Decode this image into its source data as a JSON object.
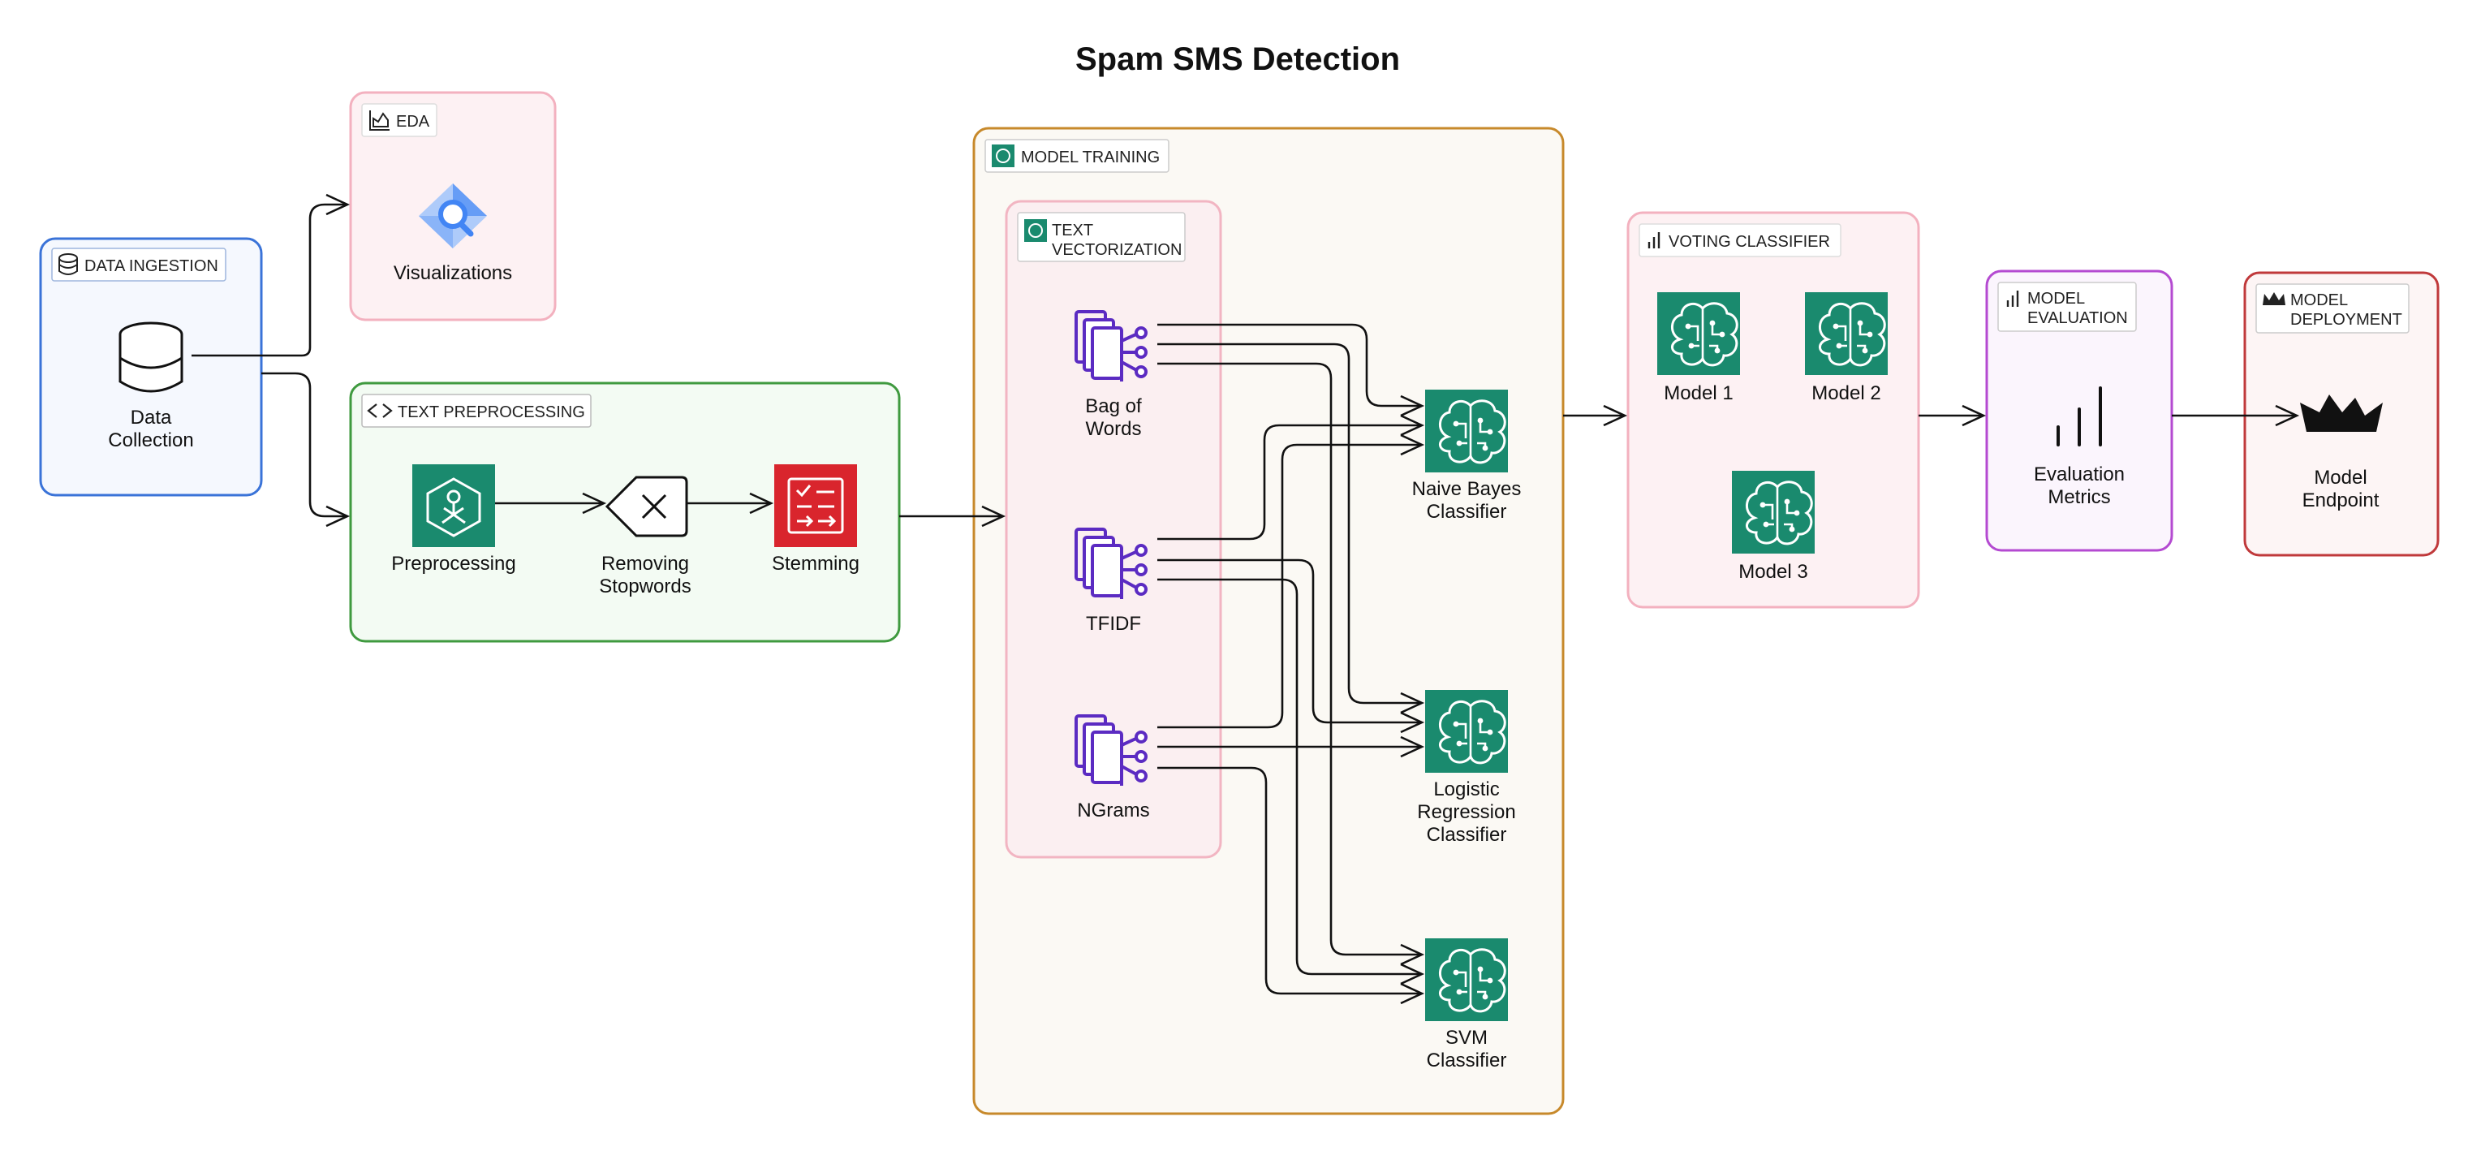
{
  "title": "Spam SMS Detection",
  "groups": {
    "data_ingestion": "DATA INGESTION",
    "eda": "EDA",
    "text_preprocessing": "TEXT PREPROCESSING",
    "model_training": "MODEL TRAINING",
    "text_vectorization": [
      "TEXT",
      "VECTORIZATION"
    ],
    "voting_classifier": "VOTING CLASSIFIER",
    "model_evaluation": [
      "MODEL",
      "EVALUATION"
    ],
    "model_deployment": [
      "MODEL",
      "DEPLOYMENT"
    ]
  },
  "nodes": {
    "data_collection": [
      "Data",
      "Collection"
    ],
    "visualizations": "Visualizations",
    "preprocessing": "Preprocessing",
    "removing_stopwords": [
      "Removing",
      "Stopwords"
    ],
    "stemming": "Stemming",
    "bag_of_words": [
      "Bag of",
      "Words"
    ],
    "tfidf": "TFIDF",
    "ngrams": "NGrams",
    "naive_bayes": [
      "Naive Bayes",
      "Classifier"
    ],
    "logistic_regression": [
      "Logistic",
      "Regression",
      "Classifier"
    ],
    "svm": [
      "SVM",
      "Classifier"
    ],
    "model_1": "Model 1",
    "model_2": "Model 2",
    "model_3": "Model 3",
    "evaluation_metrics": [
      "Evaluation",
      "Metrics"
    ],
    "model_endpoint": [
      "Model",
      "Endpoint"
    ]
  },
  "edges": [
    {
      "from": "data_collection",
      "to": "eda"
    },
    {
      "from": "data_collection",
      "to": "text_preprocessing"
    },
    {
      "from": "preprocessing",
      "to": "removing_stopwords"
    },
    {
      "from": "removing_stopwords",
      "to": "stemming"
    },
    {
      "from": "text_preprocessing",
      "to": "text_vectorization"
    },
    {
      "from": "bag_of_words",
      "to": "naive_bayes"
    },
    {
      "from": "bag_of_words",
      "to": "logistic_regression"
    },
    {
      "from": "bag_of_words",
      "to": "svm"
    },
    {
      "from": "tfidf",
      "to": "naive_bayes"
    },
    {
      "from": "tfidf",
      "to": "logistic_regression"
    },
    {
      "from": "tfidf",
      "to": "svm"
    },
    {
      "from": "ngrams",
      "to": "naive_bayes"
    },
    {
      "from": "ngrams",
      "to": "logistic_regression"
    },
    {
      "from": "ngrams",
      "to": "svm"
    },
    {
      "from": "model_training",
      "to": "voting_classifier"
    },
    {
      "from": "voting_classifier",
      "to": "model_evaluation"
    },
    {
      "from": "model_evaluation",
      "to": "model_deployment"
    }
  ],
  "colors": {
    "data_ingestion": {
      "fill": "#f5f8fe",
      "stroke": "#3a73d8"
    },
    "eda": {
      "fill": "#fdf1f3",
      "stroke": "#f3b1bf"
    },
    "text_preprocessing": {
      "fill": "#f3fbf3",
      "stroke": "#3f9a3f"
    },
    "model_training": {
      "fill": "#fbf9f4",
      "stroke": "#c7892b"
    },
    "text_vectorization": {
      "fill": "#fbeff1",
      "stroke": "#f2b5c2"
    },
    "voting_classifier": {
      "fill": "#fdf1f3",
      "stroke": "#f3b1bf"
    },
    "model_evaluation": {
      "fill": "#fbf5fd",
      "stroke": "#b44ad1"
    },
    "model_deployment": {
      "fill": "#fdf5f5",
      "stroke": "#c0393b"
    },
    "sagemaker_green": "#1a8a6e",
    "comprehend_purple": "#5b2bc2",
    "stemming_red": "#d9252d"
  },
  "icons": {
    "data_collection": "database-icon",
    "visualizations": "looker-studio-icon",
    "preprocessing": "sagemaker-ground-truth-icon",
    "removing_stopwords": "remove-x-icon",
    "stemming": "checklist-flow-icon",
    "vectorizers": "comprehend-icon",
    "classifiers": "sagemaker-brain-icon",
    "evaluation_metrics": "bar-chart-icon",
    "model_endpoint": "crown-icon"
  }
}
